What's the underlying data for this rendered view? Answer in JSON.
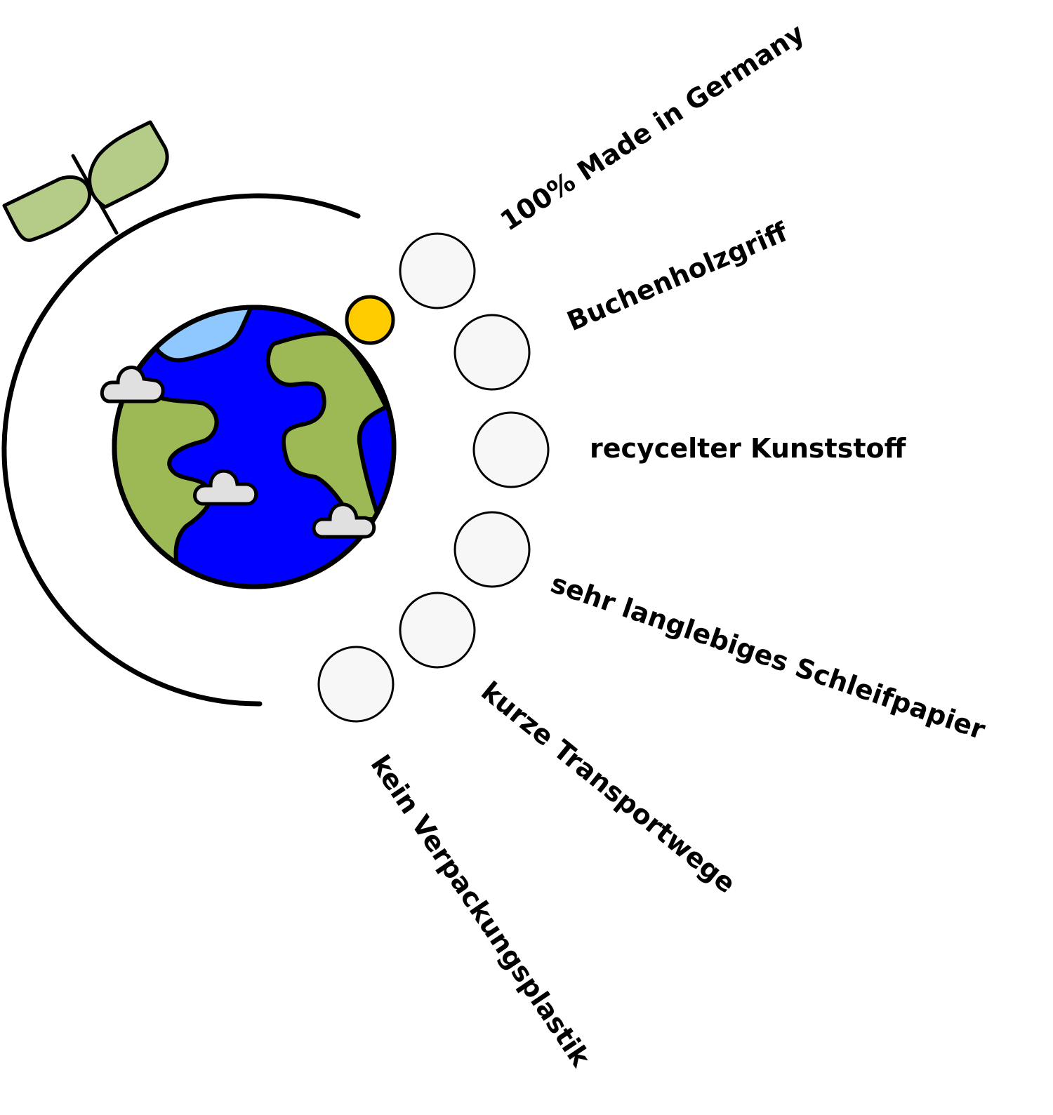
{
  "labels": [
    "100% Made in Germany",
    "Buchenholzgriff",
    "recycelter Kunststoff",
    "sehr langlebiges Schleifpapier",
    "kurze Transportwege",
    "kein Verpackungsplastik"
  ],
  "colors": {
    "ocean": "#0000ff",
    "land": "#9cb955",
    "ice": "#8fc8ff",
    "cloud": "#e0e0e0",
    "sun": "#ffcc00",
    "leaf": "#b5cc88",
    "bullet": "#f7f7f7",
    "stroke": "#000000"
  }
}
